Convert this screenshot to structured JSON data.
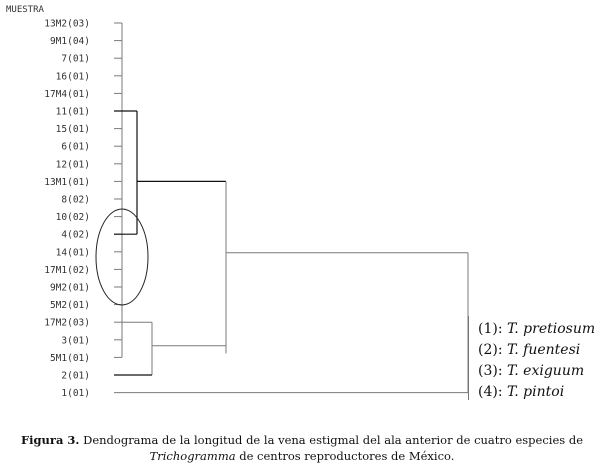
{
  "header": "MUESTRA",
  "samples": [
    "13M2(03)",
    "9M1(04)",
    "7(01)",
    "16(01)",
    "17M4(01)",
    "11(01)",
    "15(01)",
    "6(01)",
    "12(01)",
    "13M1(01)",
    "8(02)",
    "10(02)",
    "4(02)",
    "14(01)",
    "17M1(02)",
    "9M2(01)",
    "5M2(01)",
    "17M2(03)",
    "3(01)",
    "5M1(01)",
    "2(01)",
    "1(01)"
  ],
  "legend": [
    {
      "num": "(1): ",
      "species": "T. pretiosum"
    },
    {
      "num": "(2): ",
      "species": "T. fuentesi"
    },
    {
      "num": "(3): ",
      "species": "T. exiguum"
    },
    {
      "num": "(4): ",
      "species": "T. pintoi"
    }
  ],
  "caption": {
    "label": "Figura 3.",
    "text1": " Dendograma de la longitud de la vena estigmal del ala anterior de cuatro especies de ",
    "genus": "Trichogramma",
    "text2": " de centros reproductores de México."
  }
}
